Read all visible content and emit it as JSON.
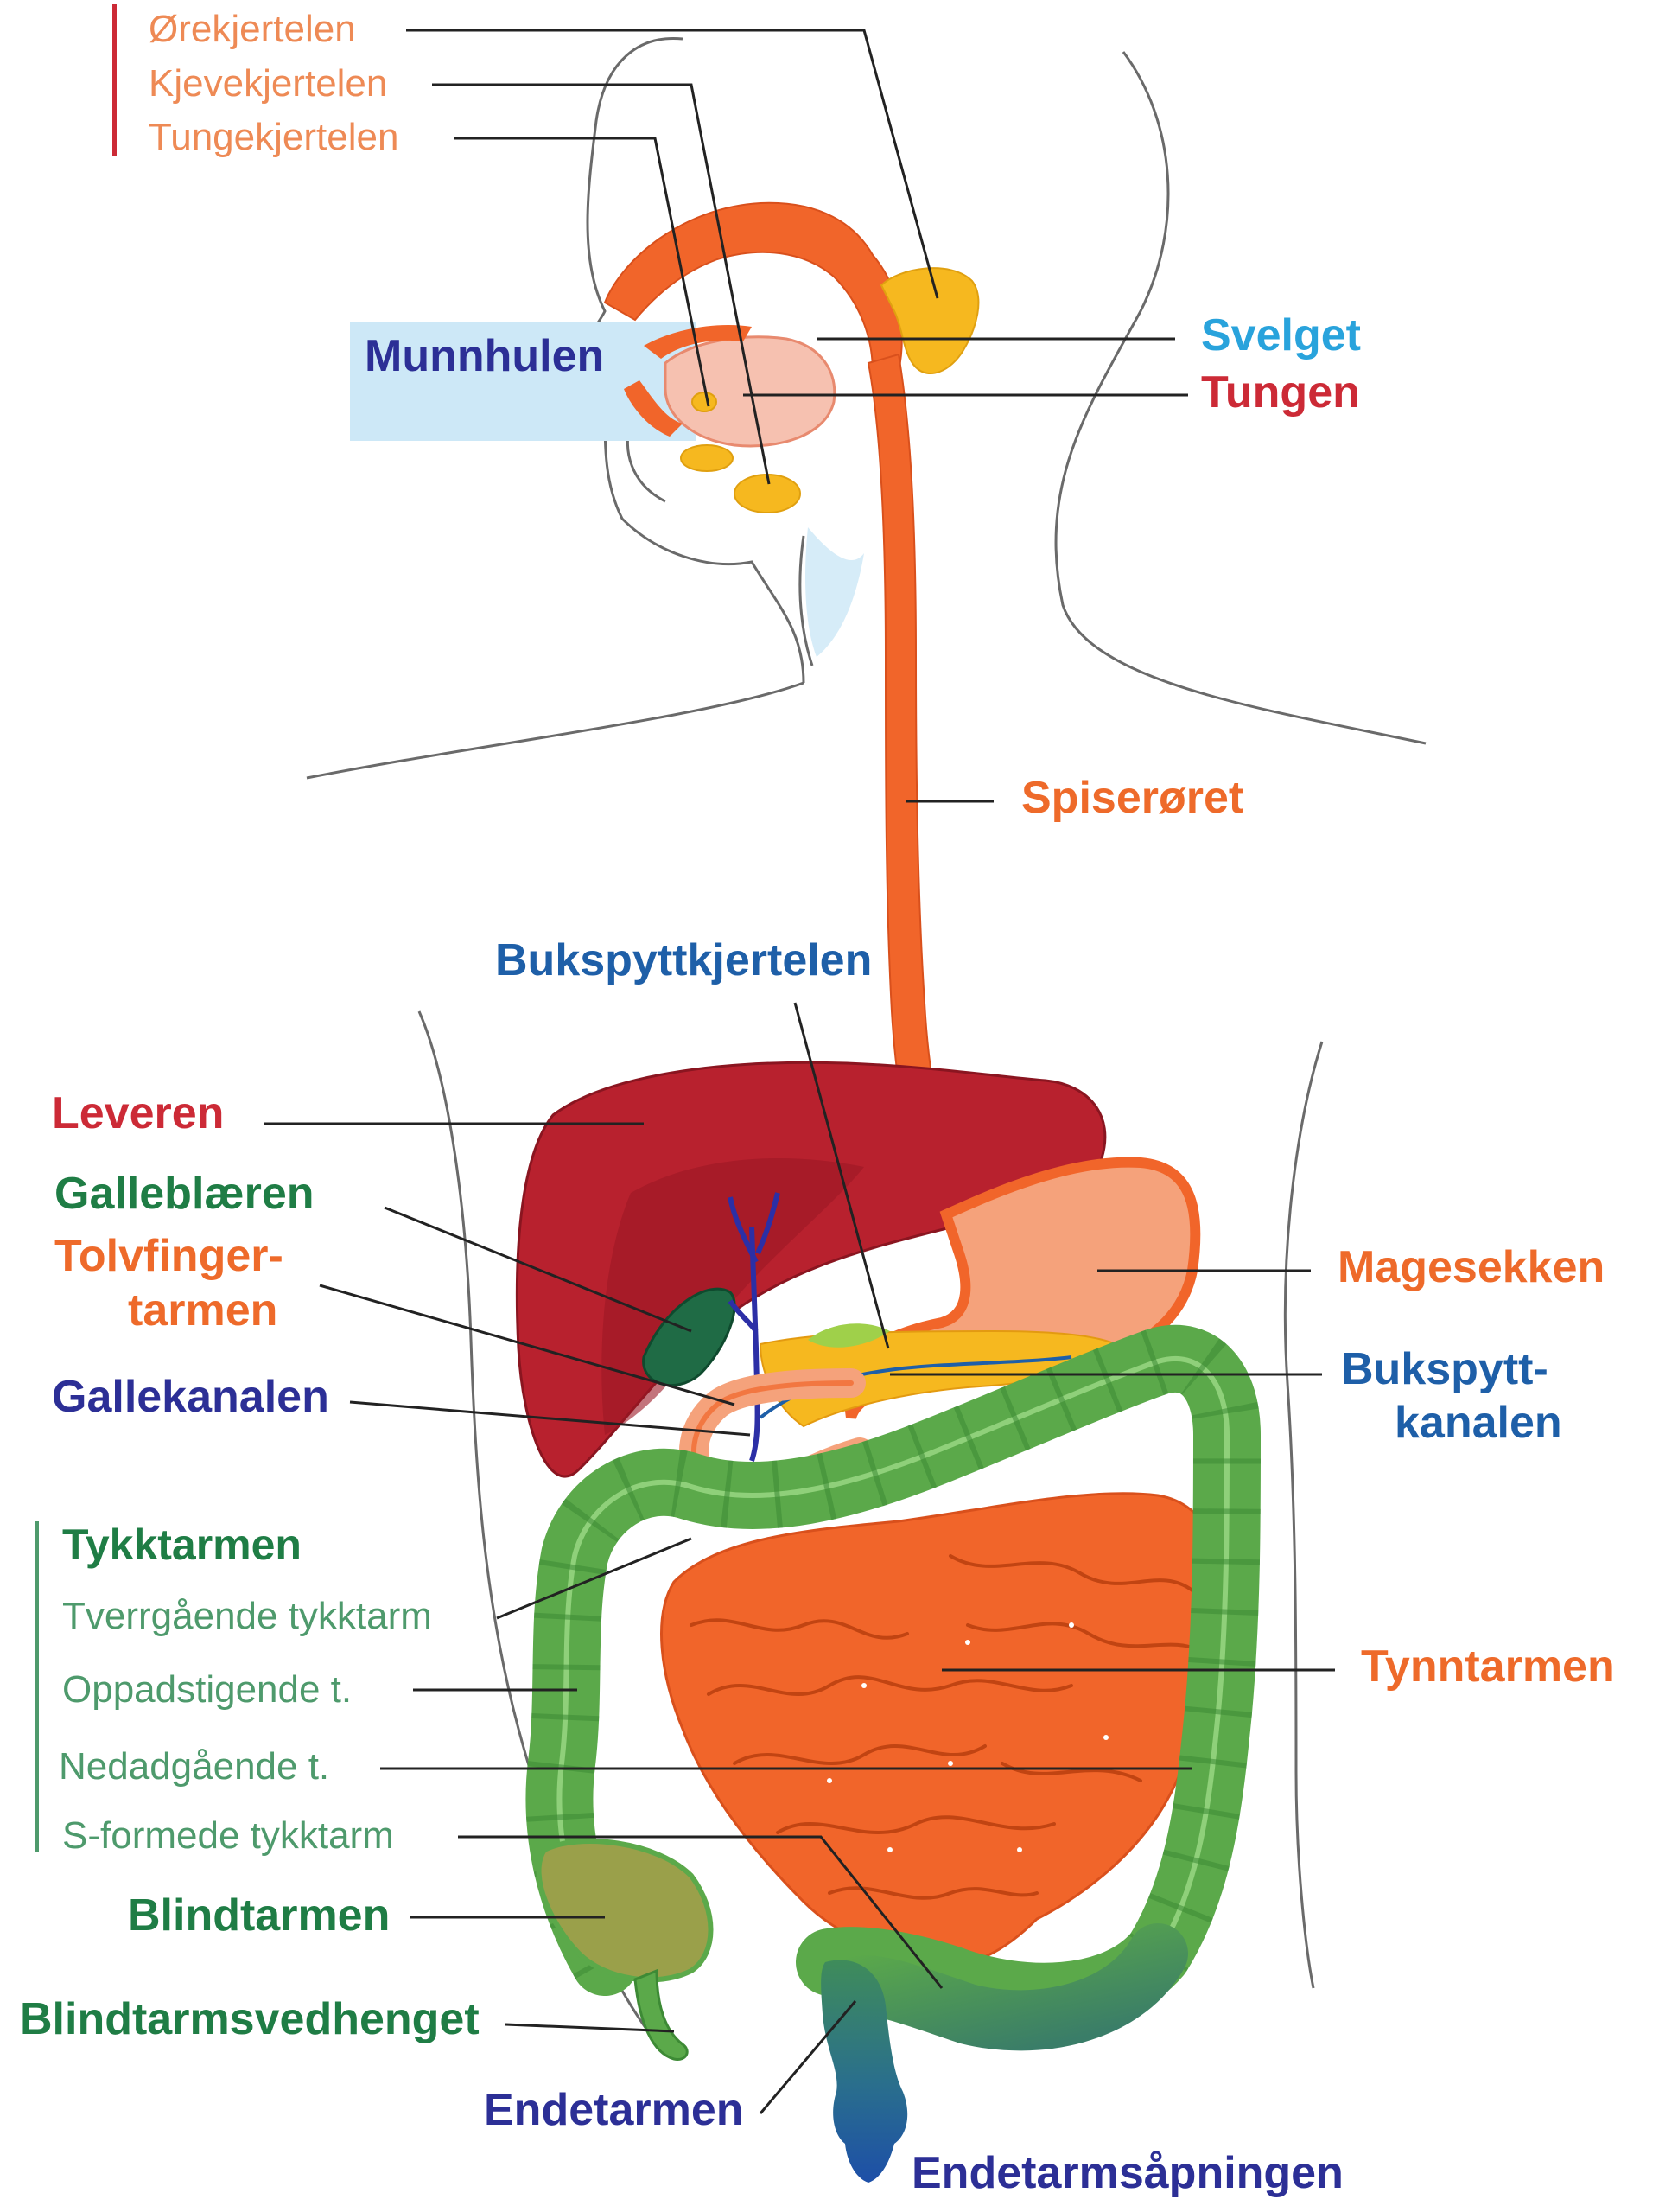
{
  "colors": {
    "salivary_label": "#ee8a55",
    "orange_label": "#ee6a2a",
    "red_label": "#cc2a36",
    "cyan_label": "#29a3dc",
    "navy_label": "#2c2f96",
    "blue_label": "#1e5fa8",
    "green_label": "#1f7d45",
    "light_green_label": "#4e9a6c",
    "leader_line": "#222222",
    "digestive_orange": "#f1652a",
    "liver": "#b8212e",
    "colon_green": "#5ba94a",
    "salivary_yellow": "#f6b81f",
    "mouth_highlight": "#cde8f7",
    "body_outline": "#666666"
  },
  "labels": {
    "orekjertelen": "Ørekjertelen",
    "kjevekjertelen": "Kjevekjertelen",
    "tungekjertelen": "Tungekjertelen",
    "svelget": "Svelget",
    "tungen": "Tungen",
    "munnhulen": "Munnhulen",
    "spiseroret": "Spiserøret",
    "bukspyttkjertelen": "Bukspyttkjertelen",
    "leveren": "Leveren",
    "galleblaeren": "Galleblæren",
    "tolvfinger_1": "Tolvfinger-",
    "tolvfinger_2": "tarmen",
    "magesekken": "Magesekken",
    "gallekanalen": "Gallekanalen",
    "bukspytt_1": "Bukspytt-",
    "bukspytt_2": "kanalen",
    "tykktarmen": "Tykktarmen",
    "tverrgaende": "Tverrgående tykktarm",
    "oppadstigende": "Oppadstigende t.",
    "nedadgaende": "Nedadgående t.",
    "s_formede": "S-formede tykktarm",
    "tynntarmen": "Tynntarmen",
    "blindtarmen": "Blindtarmen",
    "blindtarmsvedhenget": "Blindtarmsvedhenget",
    "endetarmen": "Endetarmen",
    "endetarmsapningen": "Endetarmsåpningen"
  }
}
